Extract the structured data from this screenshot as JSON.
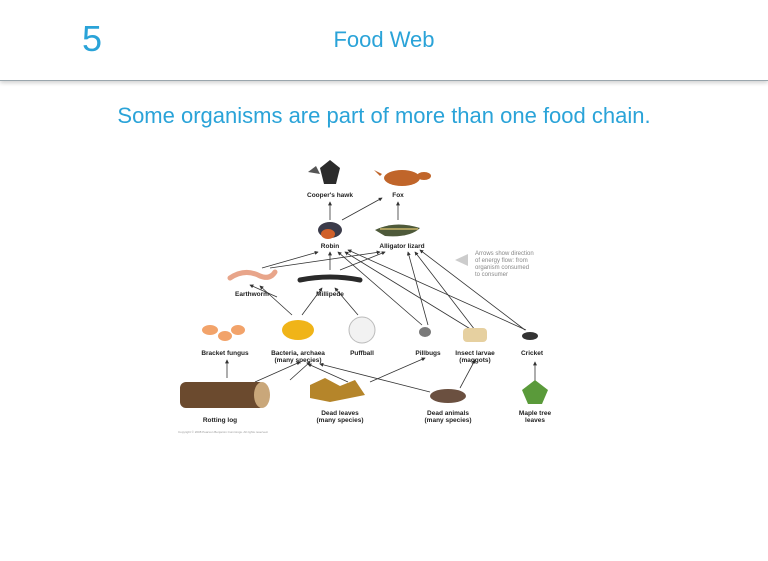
{
  "header": {
    "slide_number": "5",
    "title": "Food Web"
  },
  "subtitle": "Some organisms are part of more than one food chain.",
  "diagram": {
    "organisms": {
      "coopers_hawk": "Cooper's hawk",
      "fox": "Fox",
      "robin": "Robin",
      "alligator_lizard": "Alligator lizard",
      "earthworm": "Earthworm",
      "millipede": "Millipede",
      "bracket_fungus": "Bracket fungus",
      "bacteria_line1": "Bacteria, archaea",
      "bacteria_line2": "(many species)",
      "puffball": "Puffball",
      "pillbugs": "Pillbugs",
      "insect_larvae_line1": "Insect larvae",
      "insect_larvae_line2": "(maggots)",
      "cricket": "Cricket",
      "rotting_log": "Rotting log",
      "dead_leaves_line1": "Dead leaves",
      "dead_leaves_line2": "(many species)",
      "dead_animals_line1": "Dead animals",
      "dead_animals_line2": "(many species)",
      "maple_line1": "Maple tree",
      "maple_line2": "leaves"
    },
    "note_lines": [
      "Arrows show direction",
      "of energy flow: from",
      "organism consumed",
      "to consumer"
    ],
    "copyright": "Copyright © 2008 Pearson Benjamin Cummings. All rights reserved."
  }
}
